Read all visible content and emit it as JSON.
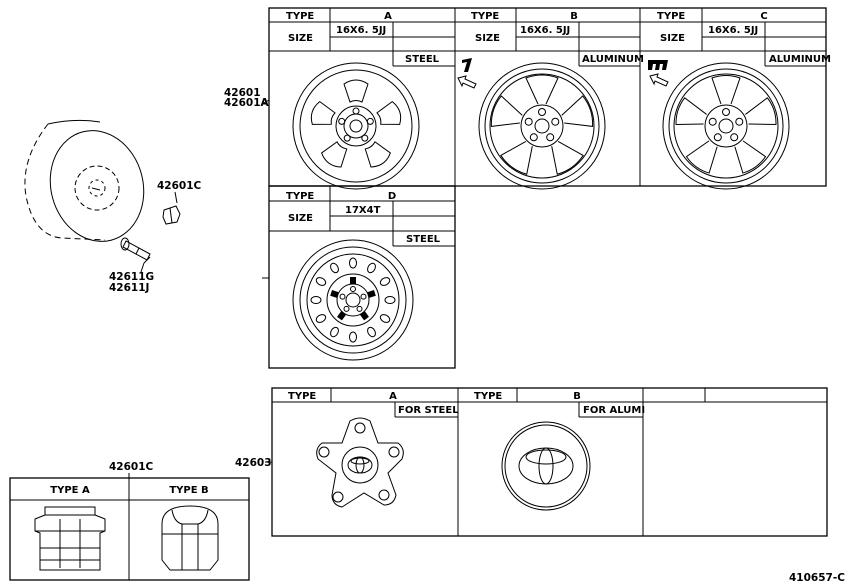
{
  "callouts": {
    "wheel_a": "42601",
    "wheel_b": "42601A",
    "hub_nut": "42601C",
    "valve_a": "42611G",
    "valve_b": "42611J",
    "ornament": "42603",
    "nut_types": "42601C"
  },
  "wheel_table_top": {
    "columns": [
      {
        "type_label": "TYPE",
        "type_value": "A",
        "size_label": "SIZE",
        "size_value": "16X6. 5JJ",
        "material": "STEEL"
      },
      {
        "type_label": "TYPE",
        "type_value": "B",
        "size_label": "SIZE",
        "size_value": "16X6. 5JJ",
        "material": "ALUMINUM"
      },
      {
        "type_label": "TYPE",
        "type_value": "C",
        "size_label": "SIZE",
        "size_value": "16X6. 5JJ",
        "material": "ALUMINUM"
      }
    ]
  },
  "wheel_table_d": {
    "type_label": "TYPE",
    "type_value": "D",
    "size_label": "SIZE",
    "size_value": "17X4T",
    "material": "STEEL"
  },
  "ornament_table": {
    "columns": [
      {
        "type_label": "TYPE",
        "type_value": "A",
        "note": "FOR STEEL"
      },
      {
        "type_label": "TYPE",
        "type_value": "B",
        "note": "FOR ALUMI"
      }
    ]
  },
  "nut_table": {
    "type_a": "TYPE  A",
    "type_b": "TYPE  B"
  },
  "figure_id": "410657-C"
}
